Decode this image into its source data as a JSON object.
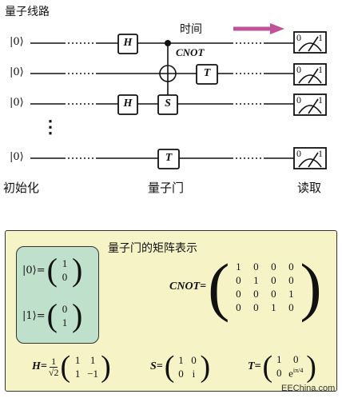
{
  "circuit": {
    "title": "量子线路",
    "time_label": "时间",
    "qubit_labels": [
      "|0⟩",
      "|0⟩",
      "|0⟩",
      "|0⟩"
    ],
    "gate_labels": {
      "h1": "H",
      "t1": "T",
      "h3": "H",
      "s3": "S",
      "t4": "T"
    },
    "cnot_label": "CNOT",
    "measure_labels": [
      "0",
      "1"
    ],
    "vertical_dots": "⋮",
    "bottom_labels": {
      "init": "初始化",
      "gates": "量子门",
      "read": "读取"
    },
    "arrow_color": "#c0529a"
  },
  "matrices": {
    "title": "量子门的矩阵表示",
    "ket0": {
      "label": "|0⟩=",
      "values": [
        "1",
        "0"
      ]
    },
    "ket1": {
      "label": "|1⟩=",
      "values": [
        "0",
        "1"
      ]
    },
    "cnot": {
      "label": "CNOT",
      "eq": "=",
      "rows": [
        [
          "1",
          "0",
          "0",
          "0"
        ],
        [
          "0",
          "1",
          "0",
          "0"
        ],
        [
          "0",
          "0",
          "0",
          "1"
        ],
        [
          "0",
          "0",
          "1",
          "0"
        ]
      ]
    },
    "h": {
      "label": "H",
      "eq": "=",
      "frac_num": "1",
      "frac_den": "√2",
      "rows": [
        [
          "1",
          "1"
        ],
        [
          "1",
          "−1"
        ]
      ]
    },
    "s": {
      "label": "S",
      "eq": "=",
      "rows": [
        [
          "1",
          "0"
        ],
        [
          "0",
          "i"
        ]
      ]
    },
    "t": {
      "label": "T",
      "eq": "=",
      "rows": [
        [
          "1",
          "0"
        ],
        [
          "0",
          "e"
        ]
      ],
      "exp": "iπ/4"
    }
  },
  "watermark": "EEChina.com"
}
